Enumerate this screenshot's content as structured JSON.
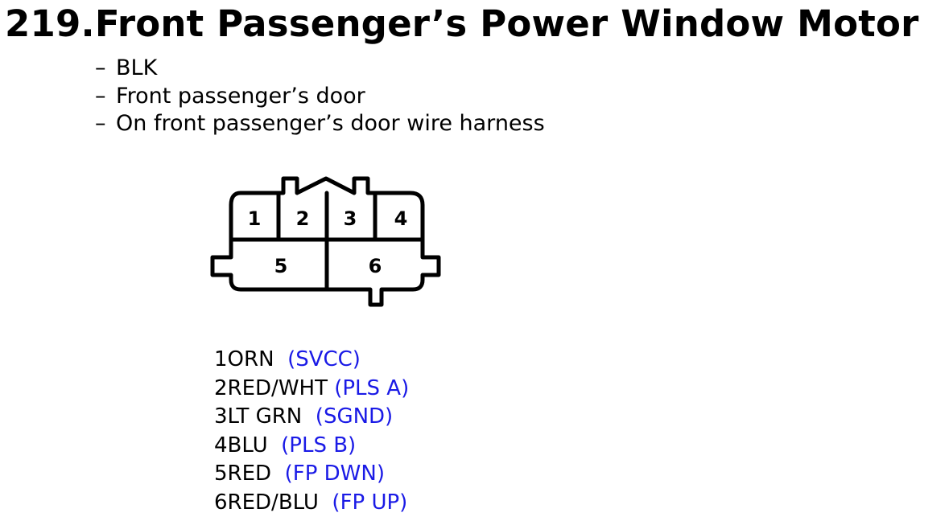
{
  "title": "219.Front Passenger’s Power Window Motor",
  "bullets": [
    "BLK",
    "Front passenger’s door",
    "On front passenger’s door wire harness"
  ],
  "connector": {
    "cavities": [
      "1",
      "2",
      "3",
      "4",
      "5",
      "6"
    ]
  },
  "pins": [
    {
      "num": "1",
      "wire": "ORN",
      "func": "(SVCC)"
    },
    {
      "num": "2",
      "wire": "RED/WHT",
      "func": "(PLS A)"
    },
    {
      "num": "3",
      "wire": "LT GRN",
      "func": "(SGND)"
    },
    {
      "num": "4",
      "wire": "BLU",
      "func": "(PLS B)"
    },
    {
      "num": "5",
      "wire": "RED",
      "func": "(FP DWN)"
    },
    {
      "num": "6",
      "wire": "RED/BLU",
      "func": "(FP UP)"
    }
  ],
  "colors": {
    "text": "#000000",
    "function": "#1a1ae6"
  }
}
